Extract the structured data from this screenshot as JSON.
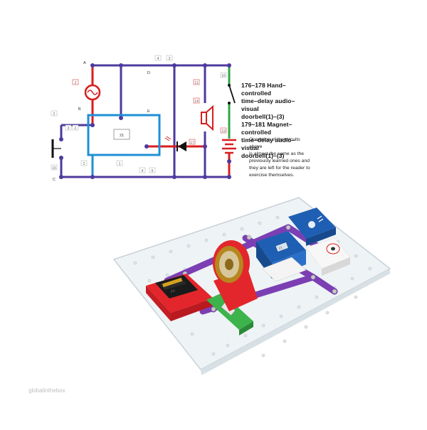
{
  "diagram": {
    "node_labels": [
      "A",
      "B",
      "C",
      "D",
      "E"
    ],
    "ic_label": "21",
    "part_tags": [
      "4",
      "3",
      "2",
      "16",
      "11",
      "19",
      "2",
      "3",
      "15",
      "2",
      "4",
      "17",
      "1",
      "2",
      "5",
      "14",
      "4",
      "1",
      "3",
      "2",
      "15",
      "2"
    ]
  },
  "caption": {
    "line1": "176–178 Hand–controlled",
    "line2": "time–delay audio–visual",
    "line3": "doorbell(1)–(3)",
    "line4": "179–181 Magnet–controlled",
    "line5": "time–delay audio–visual",
    "line6": "doorbell(1)–(3)",
    "body1": "Operation of the circuits above",
    "body2": "is almost the same as the",
    "body3": "previously learned ones and",
    "body4": "they are left for the reader to",
    "body5": "exercise themselves."
  },
  "photo": {
    "battery_label": "AA",
    "module_number": "21"
  },
  "watermark": "globalinthebox",
  "colors": {
    "wire_purple": "#4d3a9e",
    "wire_red": "#d81e1e",
    "wire_green": "#2fa64a",
    "wire_blue": "#1f8fd6"
  }
}
